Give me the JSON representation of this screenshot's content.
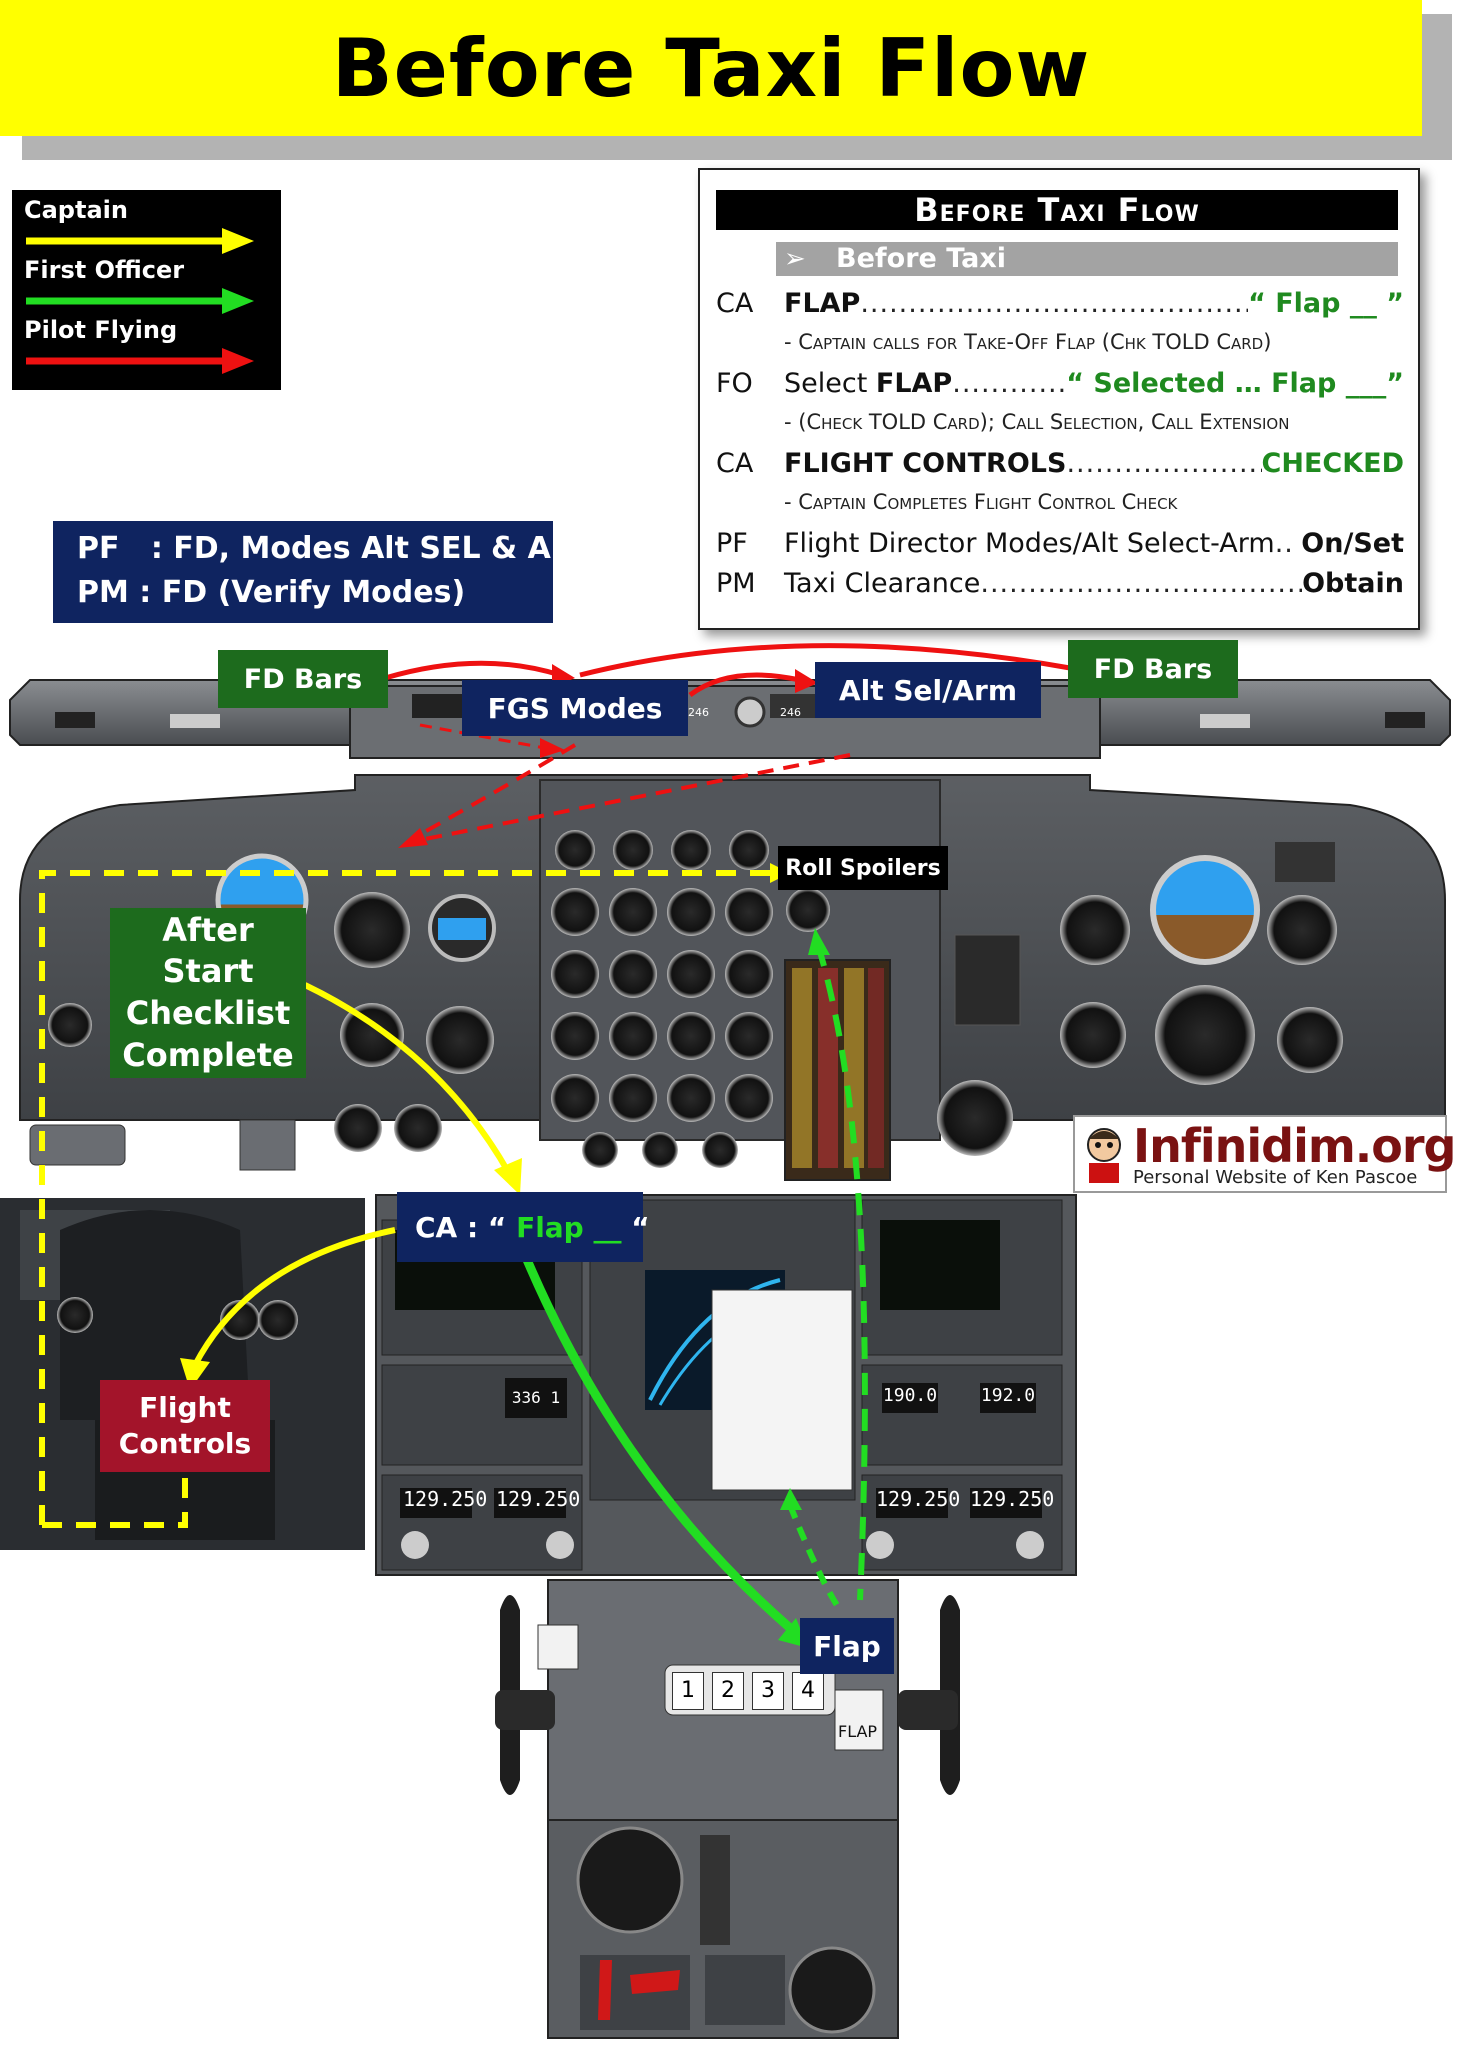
{
  "title": "Before Taxi Flow",
  "legend": {
    "items": [
      {
        "label": "Captain",
        "color": "#ffff00"
      },
      {
        "label": "First Officer",
        "color": "#22dd22"
      },
      {
        "label": "Pilot Flying",
        "color": "#ee1111"
      }
    ]
  },
  "checklist_card": {
    "header": "Before Taxi Flow",
    "section": "Before Taxi",
    "section_icon": "arrow-bullet-icon",
    "rows": [
      {
        "role": "CA",
        "item": "FLAP",
        "dots": "...............................................",
        "value": "“ Flap __ ”",
        "note": "-  Captain calls for Take-Off Flap (Chk TOLD Card)"
      },
      {
        "role": "FO",
        "item_prefix": "Select ",
        "item": "FLAP",
        "dots": "...............",
        "value": "“ Selected … Flap ___”",
        "note": "-  (Check TOLD Card); Call Selection, Call Extension"
      },
      {
        "role": "CA",
        "item": "FLIGHT CONTROLS",
        "dots": "......................",
        "value": "CHECKED",
        "note": "-  Captain Completes Flight Control Check"
      },
      {
        "role": "PF",
        "item": "Flight Director Modes/Alt Select-Arm",
        "dots": " ..",
        "value": "On/Set"
      },
      {
        "role": "PM",
        "item": "Taxi Clearance",
        "dots": ".......................................",
        "value": "Obtain"
      }
    ]
  },
  "pf_pm_box": {
    "line1": "PF   : FD, Modes Alt SEL & Arm",
    "line2": "PM : FD (Verify Modes)"
  },
  "cockpit_labels": {
    "fd_bars_left": "FD Bars",
    "fd_bars_right": "FD Bars",
    "fgs_modes": "FGS Modes",
    "alt_sel_arm": "Alt Sel/Arm",
    "roll_spoilers": "Roll Spoilers",
    "after_start": "After Start Checklist Complete",
    "ca_flap_prefix": "CA : “ ",
    "ca_flap_value": "Flap __",
    "ca_flap_suffix": " “",
    "flight_controls": "Flight Controls",
    "flap": "Flap"
  },
  "panel_text": {
    "radio_freqs": [
      "129.250",
      "129.250",
      "129.250",
      "129.250"
    ],
    "adf_freqs": [
      "190.0",
      "192.0"
    ],
    "atc_code": "336 1",
    "throttle_numbers": [
      "1",
      "2",
      "3",
      "4"
    ],
    "flap_label": "FLAP",
    "alt_readout": "246"
  },
  "watermark": {
    "name": "Infinidim.org",
    "subtitle": "Personal Website of Ken Pascoe"
  },
  "colors": {
    "captain_arrow": "#ffff00",
    "fo_arrow": "#22dd22",
    "pf_arrow": "#ee1111",
    "label_green": "#1d6b1d",
    "label_navy": "#0f2460",
    "label_red": "#a3142a",
    "title_bg": "#ffff00"
  }
}
